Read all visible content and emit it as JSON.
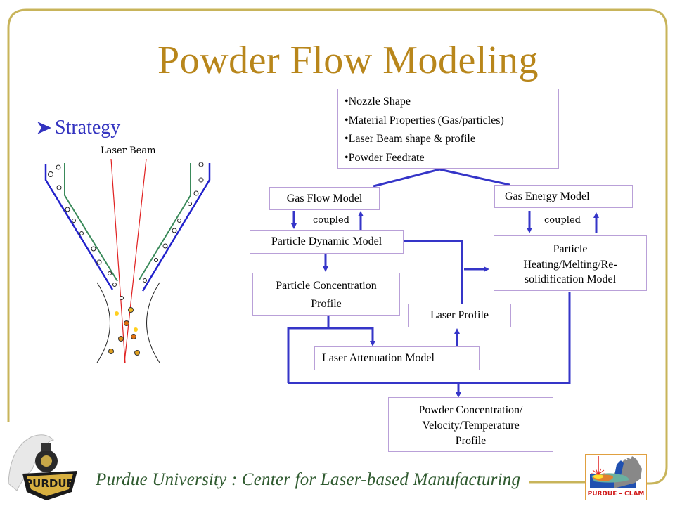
{
  "slide": {
    "title": "Powder Flow Modeling",
    "bullet_heading": "Strategy",
    "footer": "Purdue University :  Center for Laser-based Manufacturing",
    "colors": {
      "title": "#b8861b",
      "heading": "#3333c0",
      "frame": "#c8b45a",
      "arrow": "#3535c8",
      "box_border": "#b9a0d8",
      "footer_text": "#2f5a2f"
    }
  },
  "nozzle_figure": {
    "label": "Laser Beam",
    "outer_wall_color": "#2222cc",
    "inner_wall_color": "#3a8a5a",
    "beam_color": "#e02020",
    "particle_colors": [
      "#ffffff",
      "#f0b820",
      "#e07010",
      "#ffd020"
    ]
  },
  "flowchart": {
    "inputs": [
      "•Nozzle Shape",
      "•Material Properties (Gas/particles)",
      "•Laser Beam shape & profile",
      "•Powder Feedrate"
    ],
    "gas_flow_model": "Gas Flow Model",
    "gas_energy_model": "Gas Energy Model",
    "coupled_left": "coupled",
    "coupled_right": "coupled",
    "particle_dynamic_model": "Particle Dynamic Model",
    "particle_heating_model_lines": [
      "Particle",
      "Heating/Melting/Re-",
      "solidification Model"
    ],
    "particle_concentration_profile_lines": [
      "Particle Concentration",
      "Profile"
    ],
    "laser_profile": "Laser Profile",
    "laser_attenuation_model": "Laser Attenuation Model",
    "output_lines": [
      "Powder Concentration/",
      "Velocity/Temperature",
      "Profile"
    ]
  },
  "logos": {
    "left": "PURDUE",
    "right": "PURDUE – CLAM"
  }
}
